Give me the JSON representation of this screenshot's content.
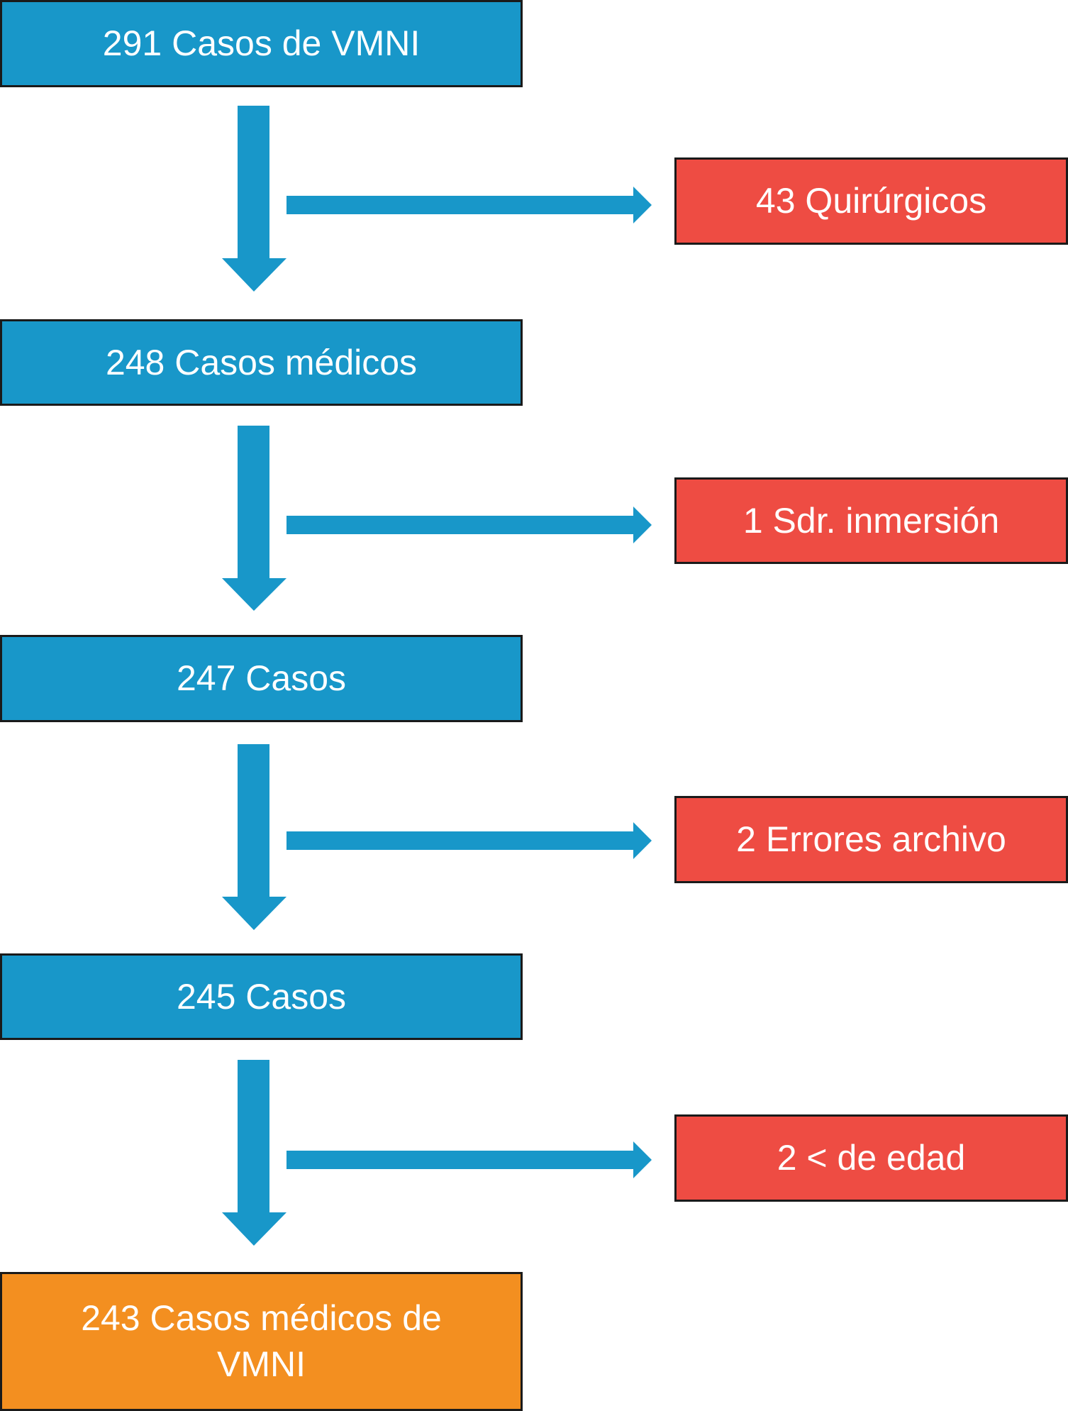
{
  "flow": {
    "steps": [
      "291 Casos de VMNI",
      "248 Casos médicos",
      "247 Casos",
      "245 Casos"
    ],
    "exclusions": [
      "43 Quirúrgicos",
      "1 Sdr. inmersión",
      "2 Errores archivo",
      "2 < de edad"
    ],
    "final": "243 Casos médicos de VMNI"
  },
  "colors": {
    "step_fill": "#1897c9",
    "exclusion_fill": "#ee4c43",
    "final_fill": "#f38f20",
    "arrow": "#1897c9",
    "border": "#1a1a1a"
  }
}
